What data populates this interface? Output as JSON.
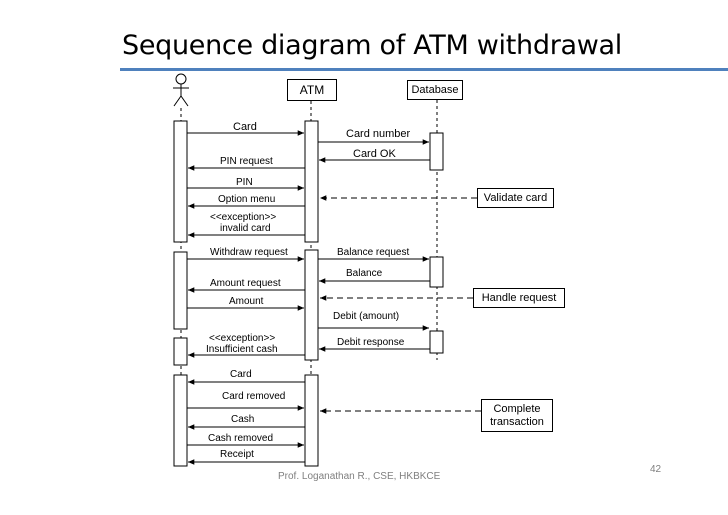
{
  "title": "Sequence diagram of ATM withdrawal",
  "participants": {
    "atm": "ATM",
    "database": "Database"
  },
  "messages": {
    "card": "Card",
    "card_number": "Card number",
    "card_ok": "Card OK",
    "pin_request": "PIN request",
    "pin": "PIN",
    "option_menu": "Option menu",
    "exception_invalid_1": "<<exception>>",
    "exception_invalid_2": "invalid card",
    "withdraw_request": "Withdraw request",
    "balance_request": "Balance request",
    "balance": "Balance",
    "amount_request": "Amount request",
    "amount": "Amount",
    "debit_amount": "Debit (amount)",
    "exception_cash_1": "<<exception>>",
    "exception_cash_2": "Insufficient cash",
    "debit_response": "Debit response",
    "card_return": "Card",
    "card_removed": "Card removed",
    "cash": "Cash",
    "cash_removed": "Cash removed",
    "receipt": "Receipt"
  },
  "notes": {
    "validate_card": "Validate card",
    "handle_request": "Handle request",
    "complete_1": "Complete",
    "complete_2": "transaction"
  },
  "footer": "Prof. Loganathan R., CSE, HKBKCE",
  "page_number": "42",
  "colors": {
    "title_rule": "#4f81bd",
    "footer_text": "#7f7f7f"
  }
}
